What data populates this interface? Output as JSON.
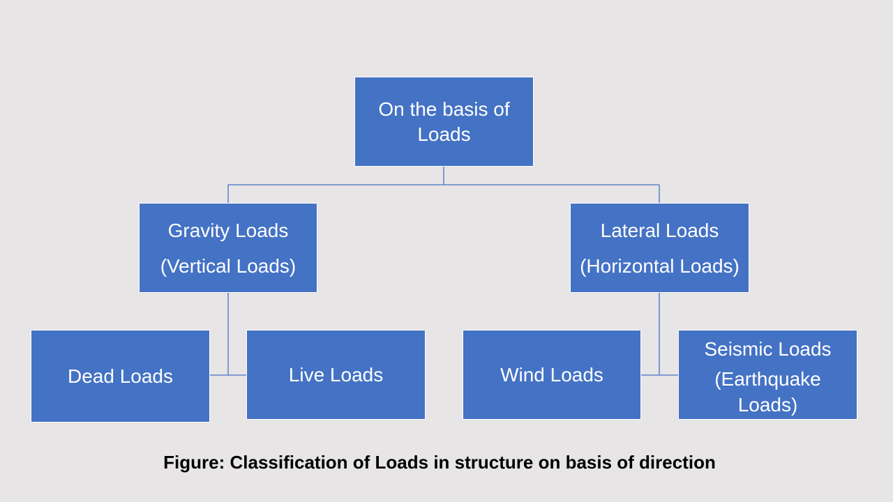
{
  "diagram": {
    "root": {
      "lines": [
        "On the basis of",
        "Loads"
      ]
    },
    "gravity": {
      "lines": [
        "Gravity Loads",
        "(Vertical Loads)"
      ]
    },
    "lateral": {
      "lines": [
        "Lateral Loads",
        "(Horizontal Loads)"
      ]
    },
    "dead": {
      "lines": [
        "Dead Loads"
      ]
    },
    "live": {
      "lines": [
        "Live Loads"
      ]
    },
    "wind": {
      "lines": [
        "Wind Loads"
      ]
    },
    "seismic": {
      "lines": [
        "Seismic Loads",
        "(Earthquake",
        "Loads)"
      ]
    }
  },
  "caption": "Figure: Classification of Loads in structure on basis of direction",
  "colors": {
    "background": "#e7e5e6",
    "node_fill": "#4472c4",
    "node_text": "#ffffff",
    "connector": "#4472c4"
  }
}
